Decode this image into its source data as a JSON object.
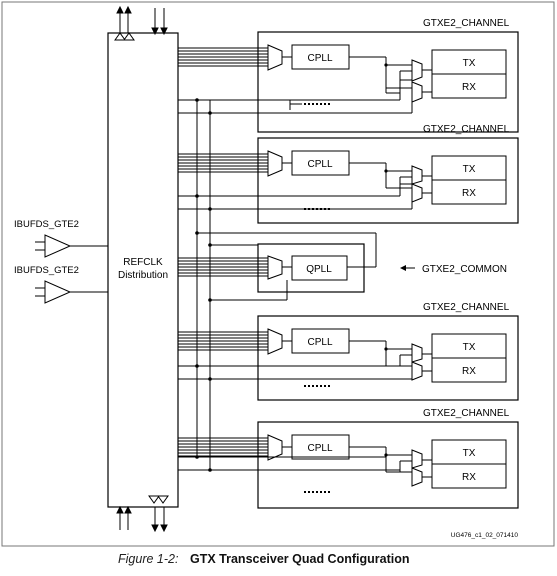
{
  "diagram": {
    "refclk_title_line1": "REFCLK",
    "refclk_title_line2": "Distribution",
    "ibufds_labels": [
      "IBUFDS_GTE2",
      "IBUFDS_GTE2"
    ],
    "channels": [
      {
        "title": "GTXE2_CHANNEL",
        "pll": "CPLL",
        "tx": "TX",
        "rx": "RX"
      },
      {
        "title": "GTXE2_CHANNEL",
        "pll": "CPLL",
        "tx": "TX",
        "rx": "RX"
      },
      {
        "title": "GTXE2_CHANNEL",
        "pll": "CPLL",
        "tx": "TX",
        "rx": "RX"
      },
      {
        "title": "GTXE2_CHANNEL",
        "pll": "CPLL",
        "tx": "TX",
        "rx": "RX"
      }
    ],
    "common": {
      "pll": "QPLL",
      "label": "GTXE2_COMMON"
    },
    "doc_id": "UG476_c1_02_071410"
  },
  "caption": {
    "figure_number": "Figure 1-2:",
    "title": "GTX Transceiver Quad Configuration"
  }
}
